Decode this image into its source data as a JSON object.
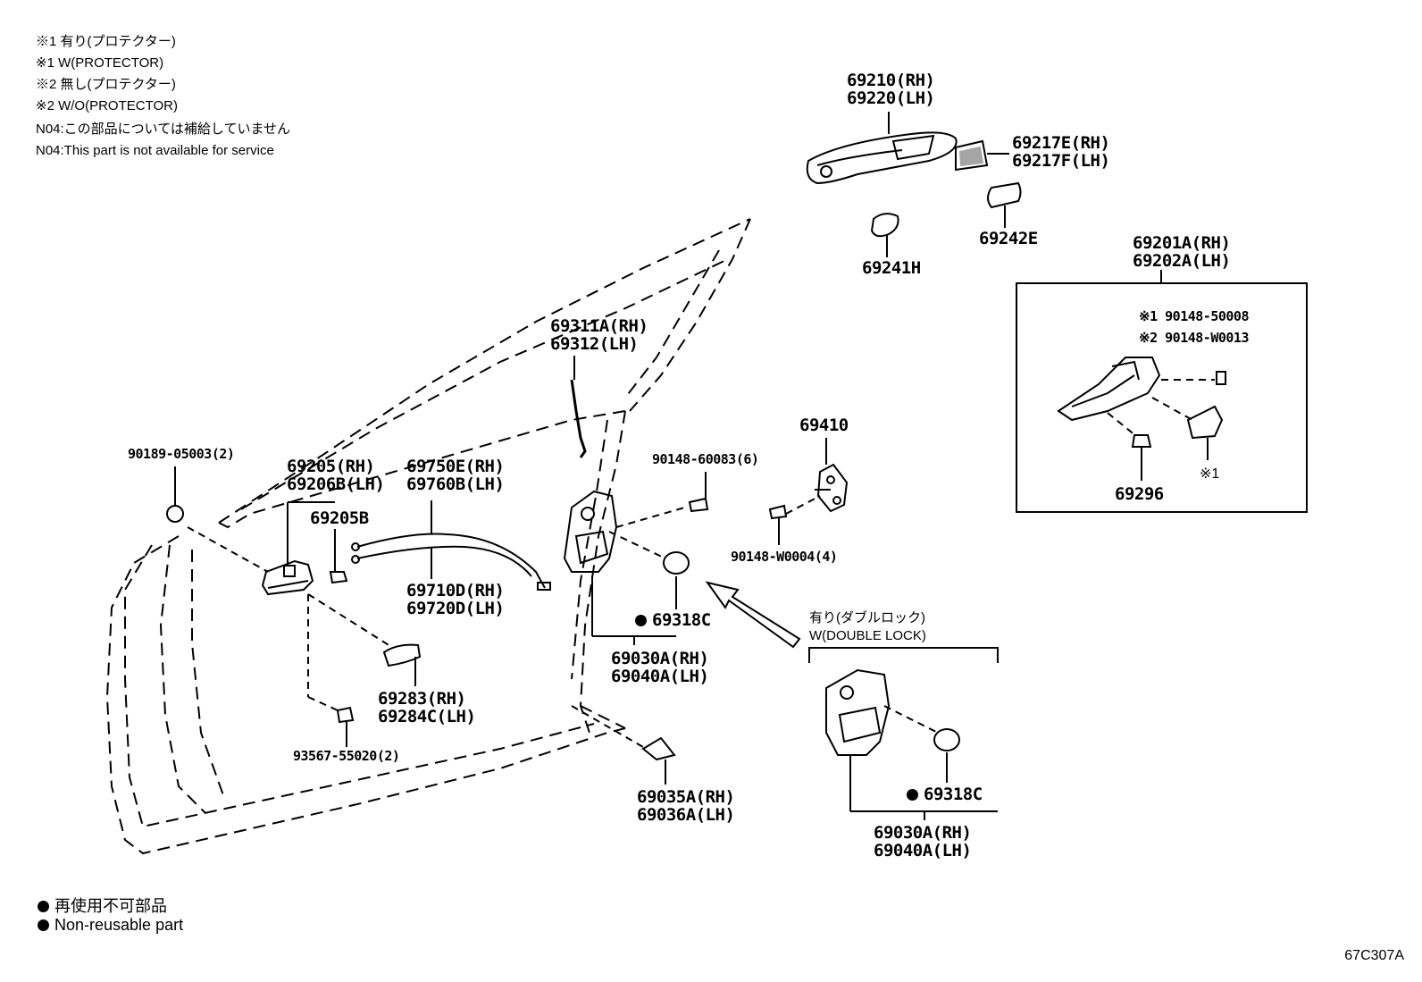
{
  "notes": [
    "※1 有り(プロテクター)",
    "※1 W(PROTECTOR)",
    "※2 無し(プロテクター)",
    "※2 W/O(PROTECTOR)",
    "N04:この部品については補給していません",
    "N04:This part is not available for service"
  ],
  "parts": {
    "p69210": "69210(RH)",
    "p69220": "69220(LH)",
    "p69217e": "69217E(RH)",
    "p69217f": "69217F(LH)",
    "p69242e": "69242E",
    "p69241h": "69241H",
    "p69201a": "69201A(RH)",
    "p69202a": "69202A(LH)",
    "p90148_50008": "※1 90148-50008",
    "p90148_w0013": "※2 90148-W0013",
    "p69296": "69296",
    "mark1": "※1",
    "p69311a": "69311A(RH)",
    "p69312": "69312(LH)",
    "p69410": "69410",
    "p90148_60083": "90148-60083(6)",
    "p90148_w0004": "90148-W0004(4)",
    "p90189": "90189-05003(2)",
    "p69205": "69205(RH)",
    "p69206b": "69206B(LH)",
    "p69205b": "69205B",
    "p69750e": "69750E(RH)",
    "p69760b": "69760B(LH)",
    "p69710d": "69710D(RH)",
    "p69720d": "69720D(LH)",
    "p69318c_a": "69318C",
    "p69030a_a": "69030A(RH)",
    "p69040a_a": "69040A(LH)",
    "p69283": "69283(RH)",
    "p69284c": "69284C(LH)",
    "p93567": "93567-55020(2)",
    "p69035a": "69035A(RH)",
    "p69036a": "69036A(LH)",
    "dl_jp": "有り(ダブルロック)",
    "dl_en": "W(DOUBLE LOCK)",
    "p69318c_b": "69318C",
    "p69030a_b": "69030A(RH)",
    "p69040a_b": "69040A(LH)"
  },
  "legend": {
    "jp": "再使用不可部品",
    "en": "Non-reusable part"
  },
  "diagram_code": "67C307A"
}
